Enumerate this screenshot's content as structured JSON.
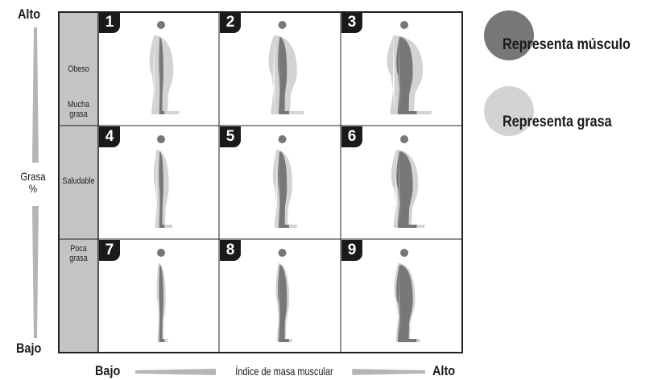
{
  "y_axis": {
    "top_label": "Alto",
    "middle_label": "Grasa\n%",
    "bottom_label": "Bajo"
  },
  "x_axis": {
    "left_label": "Bajo",
    "title": "Índice de masa muscular",
    "right_label": "Alto"
  },
  "row_labels": {
    "row1_a": "Obeso",
    "row1_b": "Mucha\ngrasa",
    "row2": "Saludable",
    "row3": "Poca\ngrasa"
  },
  "cells": [
    {
      "number": "1",
      "fat": "high",
      "muscle": "low"
    },
    {
      "number": "2",
      "fat": "high",
      "muscle": "medium"
    },
    {
      "number": "3",
      "fat": "high",
      "muscle": "high"
    },
    {
      "number": "4",
      "fat": "medium",
      "muscle": "low"
    },
    {
      "number": "5",
      "fat": "medium",
      "muscle": "medium"
    },
    {
      "number": "6",
      "fat": "medium",
      "muscle": "high"
    },
    {
      "number": "7",
      "fat": "low",
      "muscle": "low"
    },
    {
      "number": "8",
      "fat": "low",
      "muscle": "medium"
    },
    {
      "number": "9",
      "fat": "low",
      "muscle": "high"
    }
  ],
  "legend": {
    "muscle_label": "Representa músculo",
    "fat_label": "Representa grasa"
  },
  "colors": {
    "muscle": "#777777",
    "fat": "#d3d3d3",
    "row_label_bg": "#c4c4c4",
    "badge": "#1a1a1a"
  }
}
